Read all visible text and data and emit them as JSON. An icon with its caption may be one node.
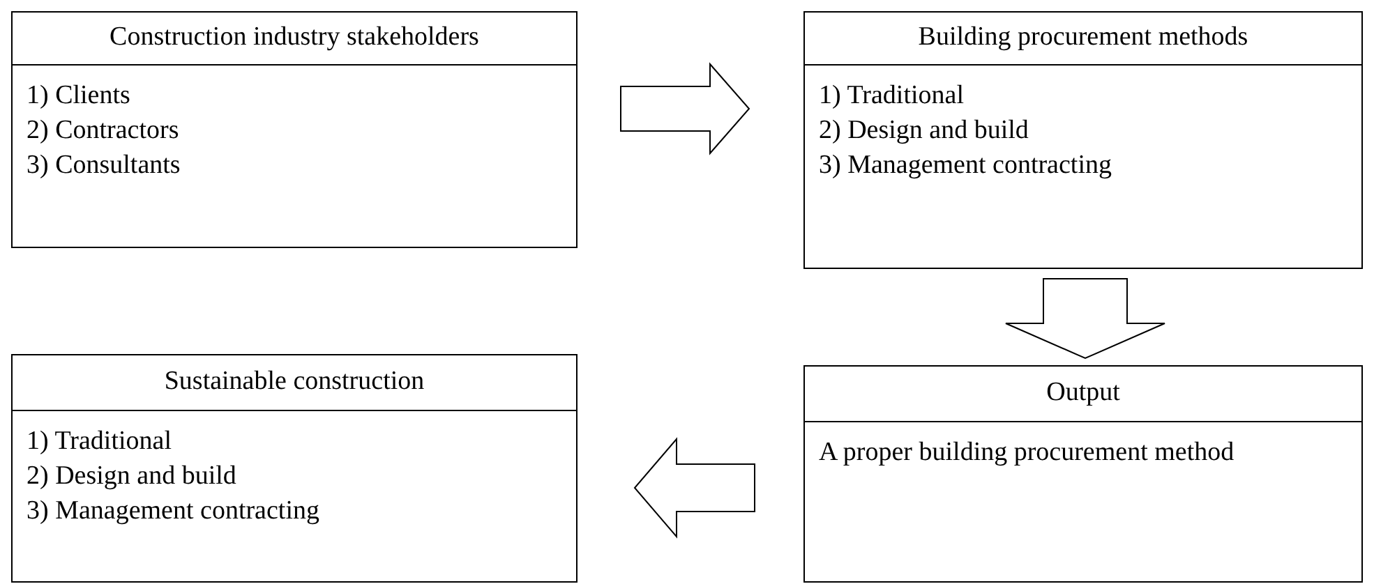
{
  "diagram": {
    "nodes": [
      {
        "text": [
          "Construction industry stakeholders",
          "1) Clients",
          "2) Contractors",
          "3) Consultants"
        ]
      },
      {
        "text": [
          "Building procurement methods",
          "1) Traditional",
          "2) Design and build",
          "3) Management contracting"
        ]
      },
      {
        "text": [
          "Sustainable construction",
          "1) Traditional",
          "2) Design and build",
          "3) Management contracting"
        ]
      },
      {
        "text": [
          "Output",
          "A proper building procurement method"
        ]
      }
    ],
    "edges": [
      {
        "from": 0,
        "to": 1,
        "arrow": "to"
      },
      {
        "from": 1,
        "to": 3,
        "arrow": "to"
      },
      {
        "from": 3,
        "to": 2,
        "arrow": "to"
      }
    ]
  }
}
